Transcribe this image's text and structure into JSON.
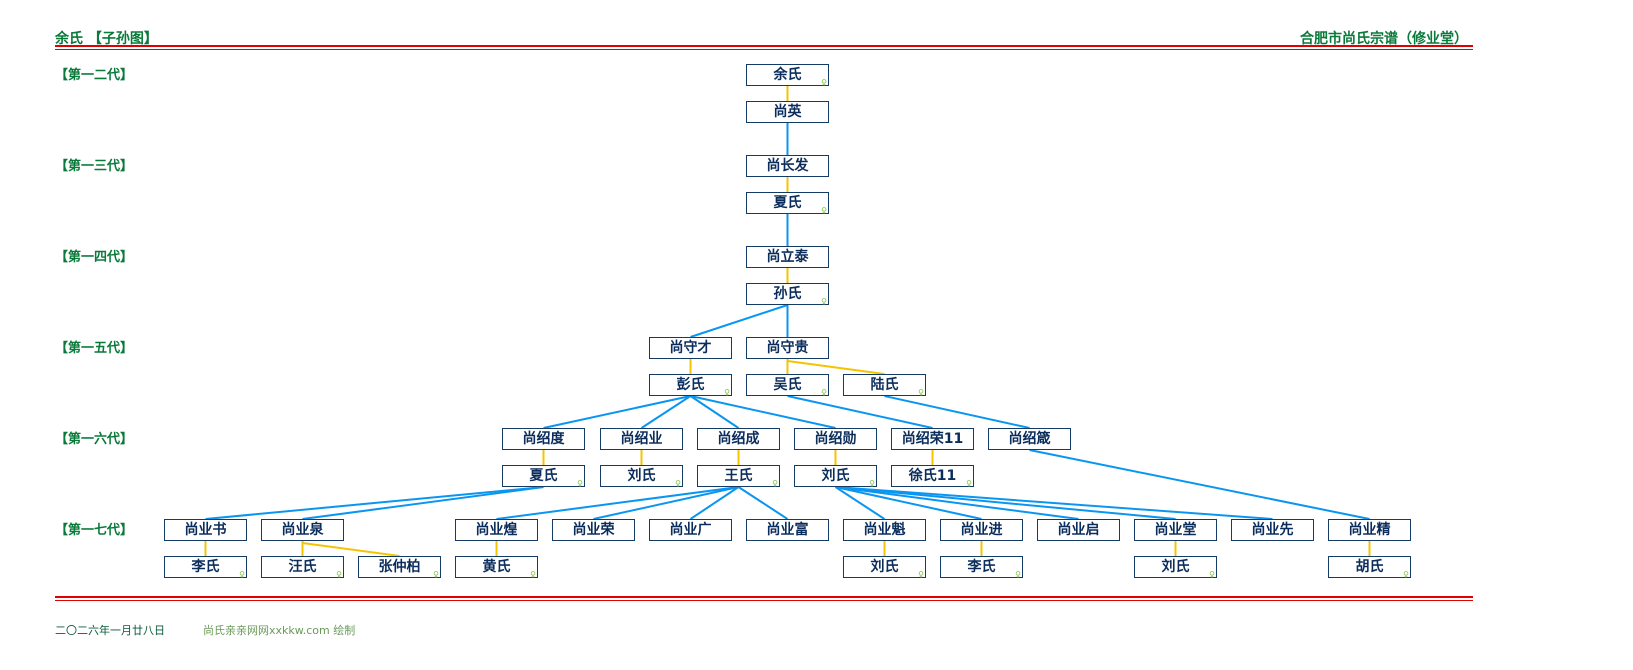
{
  "header": {
    "left_title": "余氏 【子孙图】",
    "right_title": "合肥市尚氏宗谱（修业堂）"
  },
  "generations": [
    "【第一二代】",
    "【第一三代】",
    "【第一四代】",
    "【第一五代】",
    "【第一六代】",
    "【第一七代】"
  ],
  "female_marker": "♀",
  "colors": {
    "title": "#0a7a3a",
    "rule": "#e00000",
    "box_border": "#143a66",
    "descent_line": "#0a96f0",
    "spouse_line": "#f5c400"
  },
  "people": {
    "a1": {
      "name": "余氏",
      "female": true
    },
    "a2": {
      "name": "尚英"
    },
    "b1": {
      "name": "尚长发"
    },
    "b2": {
      "name": "夏氏",
      "female": true
    },
    "c1": {
      "name": "尚立泰"
    },
    "c2": {
      "name": "孙氏",
      "female": true
    },
    "d1": {
      "name": "尚守才"
    },
    "d2": {
      "name": "尚守贵"
    },
    "d3": {
      "name": "彭氏",
      "female": true
    },
    "d4": {
      "name": "吴氏",
      "female": true
    },
    "d5": {
      "name": "陆氏",
      "female": true
    },
    "e1": {
      "name": "尚绍度"
    },
    "e2": {
      "name": "尚绍业"
    },
    "e3": {
      "name": "尚绍成"
    },
    "e4": {
      "name": "尚绍勋"
    },
    "e5": {
      "name": "尚绍荣11"
    },
    "e6": {
      "name": "尚绍箴"
    },
    "e7": {
      "name": "夏氏",
      "female": true
    },
    "e8": {
      "name": "刘氏",
      "female": true
    },
    "e9": {
      "name": "王氏",
      "female": true
    },
    "e10": {
      "name": "刘氏",
      "female": true
    },
    "e11": {
      "name": "徐氏11",
      "female": true
    },
    "f1": {
      "name": "尚业书"
    },
    "f2": {
      "name": "尚业泉"
    },
    "f3": {
      "name": "尚业煌"
    },
    "f4": {
      "name": "尚业荣"
    },
    "f5": {
      "name": "尚业广"
    },
    "f6": {
      "name": "尚业富"
    },
    "f7": {
      "name": "尚业魁"
    },
    "f8": {
      "name": "尚业进"
    },
    "f9": {
      "name": "尚业启"
    },
    "f10": {
      "name": "尚业堂"
    },
    "f11": {
      "name": "尚业先"
    },
    "f12": {
      "name": "尚业精"
    },
    "g1": {
      "name": "李氏",
      "female": true
    },
    "g2": {
      "name": "汪氏",
      "female": true
    },
    "g3": {
      "name": "张仲柏",
      "female": true
    },
    "g4": {
      "name": "黄氏",
      "female": true
    },
    "g5": {
      "name": "刘氏",
      "female": true
    },
    "g6": {
      "name": "李氏",
      "female": true
    },
    "g7": {
      "name": "刘氏",
      "female": true
    },
    "g8": {
      "name": "胡氏",
      "female": true
    }
  },
  "spouse_links": [
    [
      "a1",
      "a2"
    ],
    [
      "b1",
      "b2"
    ],
    [
      "c1",
      "c2"
    ],
    [
      "d1",
      "d3"
    ],
    [
      "d2",
      "d4"
    ],
    [
      "d2",
      "d5"
    ],
    [
      "e1",
      "e7"
    ],
    [
      "e2",
      "e8"
    ],
    [
      "e3",
      "e9"
    ],
    [
      "e4",
      "e10"
    ],
    [
      "e5",
      "e11"
    ],
    [
      "f1",
      "g1"
    ],
    [
      "f2",
      "g2"
    ],
    [
      "f2",
      "g3"
    ],
    [
      "f3",
      "g4"
    ],
    [
      "f7",
      "g5"
    ],
    [
      "f8",
      "g6"
    ],
    [
      "f10",
      "g7"
    ],
    [
      "f12",
      "g8"
    ]
  ],
  "descent_links": [
    [
      "a2",
      "b1"
    ],
    [
      "b2",
      "c1"
    ],
    [
      "c2",
      "d1"
    ],
    [
      "c2",
      "d2"
    ],
    [
      "d3",
      "e1"
    ],
    [
      "d3",
      "e2"
    ],
    [
      "d3",
      "e3"
    ],
    [
      "d3",
      "e4"
    ],
    [
      "d4",
      "e5"
    ],
    [
      "d5",
      "e6"
    ],
    [
      "e7",
      "f1"
    ],
    [
      "e7",
      "f2"
    ],
    [
      "e9",
      "f3"
    ],
    [
      "e9",
      "f4"
    ],
    [
      "e9",
      "f5"
    ],
    [
      "e9",
      "f6"
    ],
    [
      "e10",
      "f7"
    ],
    [
      "e10",
      "f8"
    ],
    [
      "e10",
      "f9"
    ],
    [
      "e10",
      "f10"
    ],
    [
      "e10",
      "f11"
    ],
    [
      "e6",
      "f12"
    ]
  ],
  "footer": {
    "date": "二〇二六年一月廿八日",
    "credit": "尚氏亲亲网网xxkkw.com 绘制"
  }
}
